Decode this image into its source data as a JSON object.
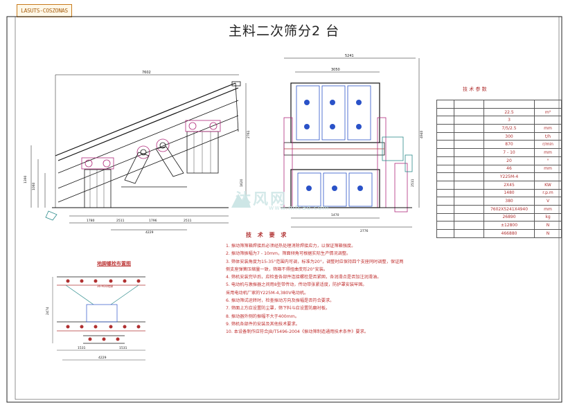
{
  "stamp": "LASUTS-COSZONAS",
  "drawing_title": "主料二次筛分2 台",
  "param_table_title": "技 术 参 数",
  "param_rows": [
    {
      "no": "",
      "label": "",
      "value": "",
      "unit": ""
    },
    {
      "no": "",
      "label": "",
      "value": "22.5",
      "unit": "m²"
    },
    {
      "no": "",
      "label": "",
      "value": "3",
      "unit": ""
    },
    {
      "no": "",
      "label": "",
      "value": "7/5/2.5",
      "unit": "mm"
    },
    {
      "no": "",
      "label": "",
      "value": "300",
      "unit": "t/h"
    },
    {
      "no": "",
      "label": "",
      "value": "870",
      "unit": "r/min"
    },
    {
      "no": "",
      "label": "",
      "value": "7 - 10",
      "unit": "mm"
    },
    {
      "no": "",
      "label": "",
      "value": "20",
      "unit": "°"
    },
    {
      "no": "",
      "label": "",
      "value": "46",
      "unit": "mm"
    },
    {
      "no": "",
      "label": "",
      "value": "Y225M-4",
      "unit": ""
    },
    {
      "no": "",
      "label": "",
      "value": "2X45",
      "unit": "KW"
    },
    {
      "no": "",
      "label": "",
      "value": "1480",
      "unit": "r.p.m"
    },
    {
      "no": "",
      "label": "",
      "value": "380",
      "unit": "V"
    },
    {
      "no": "",
      "label": "",
      "value": "7602X5241X4940",
      "unit": "mm"
    },
    {
      "no": "",
      "label": "",
      "value": "26890",
      "unit": "kg"
    },
    {
      "no": "",
      "label": "",
      "value": "±12800",
      "unit": "N"
    },
    {
      "no": "",
      "label": "",
      "value": "466880",
      "unit": "N"
    }
  ],
  "tech_req_title": "技 术 要 求",
  "notes": [
    "1. 振动筛筛箱焊接后必须经热处理消除焊接应力，以保证筛箱强度。",
    "2. 振动筛振幅为7 - 10mm，筛面倾角可根据实际生产情况调整。",
    "3. 筛体安装角度为15-35°范围内可调，标准为20°，调整时应保持四个支座同时调整，保证两",
    "   侧支座弹簧压缩量一致，筛箱不得扭曲变形20°安装。",
    "4. 筛机安装完毕后，应检查各部件连接螺栓是否紧固，各润滑点是否加注润滑油。",
    "5. 电动机与激振器之间用8型带传动，传动带张紧适度，防护罩安装牢固。",
    "   采用电动机厂家的Y225M-4,380V电动机。",
    "6. 振动筛试运转时，检查振动方向及振幅是否符合要求。",
    "7. 筛面上方应设置防尘罩，筛下料斗应设置防磨衬板。",
    "8. 振动器外侧的振幅不大于400mm。",
    "9. 筛机各部件的安装及其他技术要求。",
    "10. 本设备制作应符合JB/T5496-2004《振动筛制造通用技术条件》要求。"
  ],
  "foundation_title": "地脚螺栓布置图",
  "side_view_dims": {
    "overall_length": "7602",
    "seg1": "1780",
    "seg2": "2511",
    "seg3": "1796",
    "seg4": "2511",
    "base_length": "4229",
    "h1": "1390",
    "h2": "1060",
    "h3": "2761",
    "h4": "1620"
  },
  "end_view_dims": {
    "overall_width": "5241",
    "inner_width": "3050",
    "base1": "1470",
    "base2": "2776",
    "height": "4940",
    "h2": "2511"
  },
  "foundation_dims": {
    "width": "4229",
    "w1": "1531",
    "w2": "1531",
    "h": "2474",
    "note": "36-M30地脚"
  },
  "watermark": {
    "brand": "沐风网",
    "url": "www.mfcad.com"
  },
  "colors": {
    "line": "#111111",
    "red": "#c03030",
    "blue": "#2a52c8",
    "magenta": "#b0287a",
    "teal": "#2a8a8a"
  }
}
